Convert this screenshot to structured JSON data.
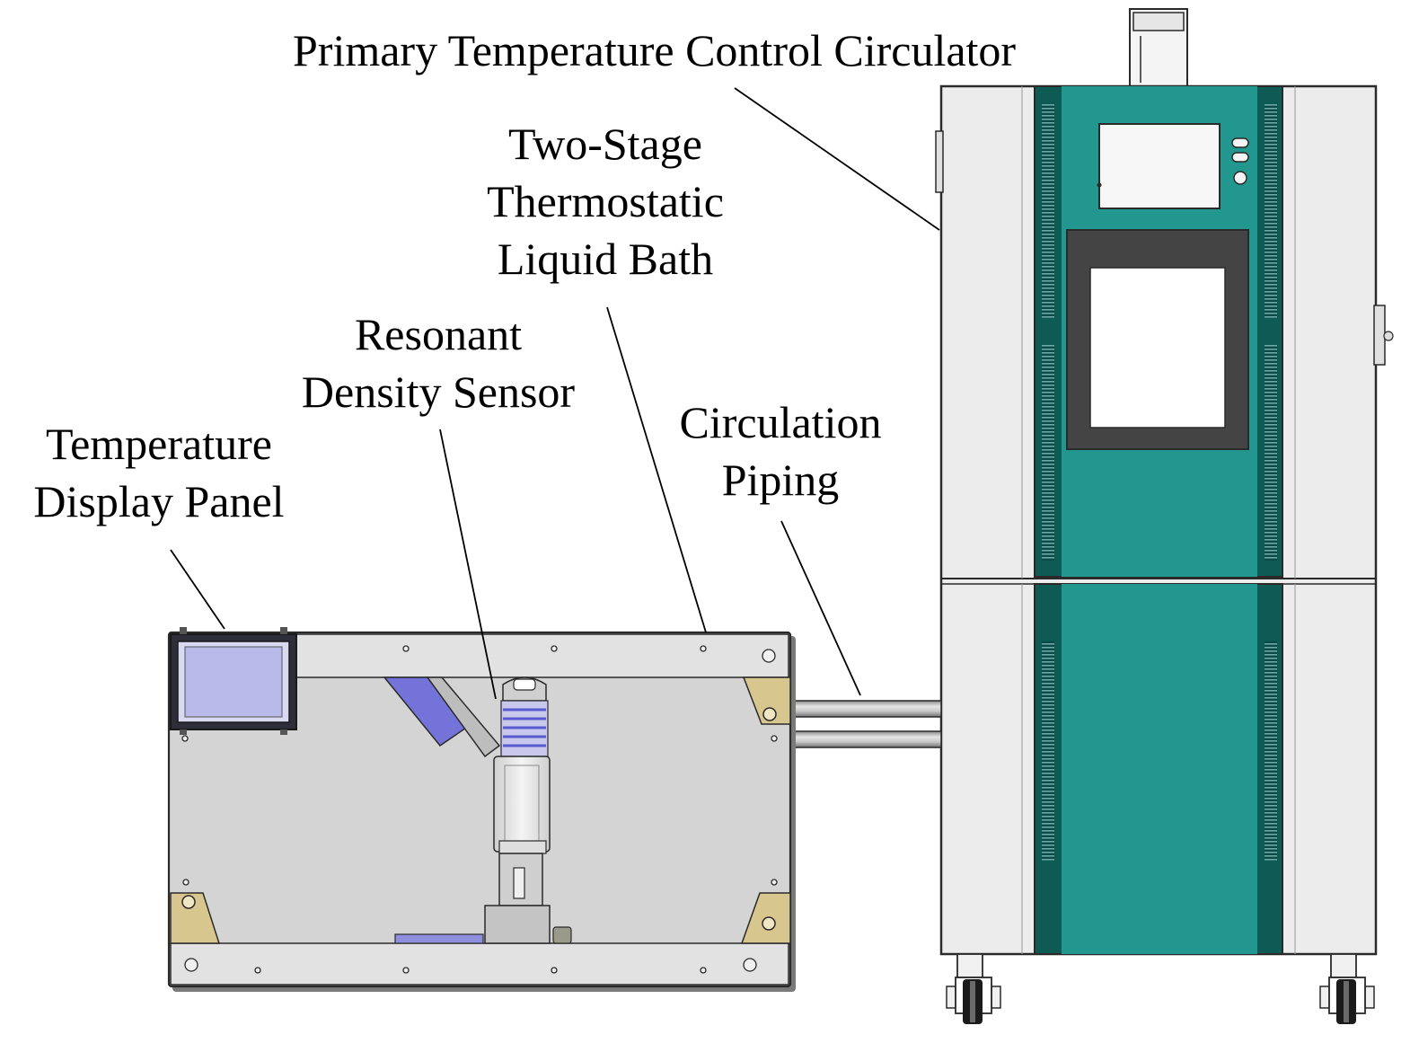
{
  "labels": {
    "circulator": "Primary Temperature Control Circulator",
    "bath": [
      "Two-Stage",
      "Thermostatic",
      "Liquid Bath"
    ],
    "sensor": [
      "Resonant",
      "Density Sensor"
    ],
    "piping": [
      "Circulation",
      "Piping"
    ],
    "display": [
      "Temperature",
      "Display Panel"
    ]
  },
  "colors": {
    "teal": "#22978f",
    "dark_teal": "#0e5a55",
    "panel_grey": "#ececec",
    "bath_grey": "#d4d4d4",
    "brass": "#d8c68f",
    "sensor_blue": "#7373d9",
    "display_blue": "#b9b9ea",
    "outline": "#2a2a2a"
  }
}
